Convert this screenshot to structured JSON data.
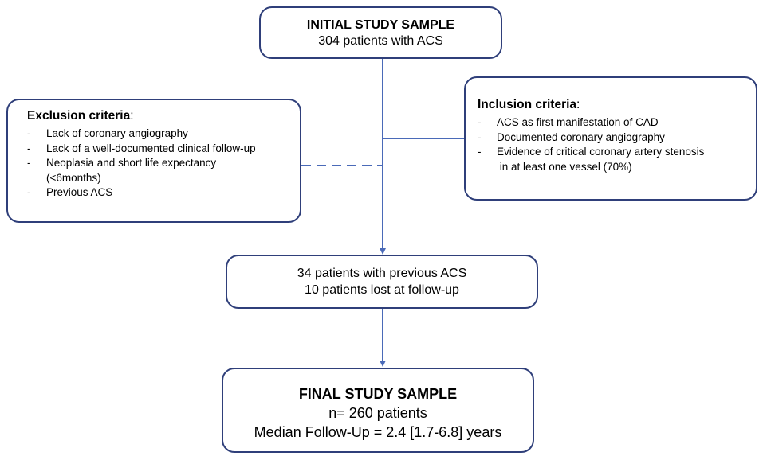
{
  "initial": {
    "title": "INITIAL STUDY SAMPLE",
    "subtitle": "304 patients with ACS"
  },
  "exclusion": {
    "title": "Exclusion criteria",
    "colon": ":",
    "items": [
      "Lack of coronary angiography",
      "Lack of a well-documented clinical follow-up",
      "Neoplasia and short life expectancy",
      "Previous ACS"
    ],
    "item3_continuation": "(<6months)"
  },
  "inclusion": {
    "title": "Inclusion criteria",
    "colon": ":",
    "items": [
      "ACS as first manifestation of CAD",
      "Documented coronary angiography",
      "Evidence of critical coronary artery stenosis"
    ],
    "item3_continuation": " in at least one vessel (70%)"
  },
  "middle": {
    "line1": "34 patients with previous ACS",
    "line2": "10 patients lost at follow-up"
  },
  "final": {
    "title": "FINAL STUDY SAMPLE",
    "line1": "n= 260 patients",
    "line2": "Median Follow-Up = 2.4 [1.7-6.8] years"
  },
  "colors": {
    "box_border": "#2f3f7a",
    "connector": "#4a6ab8"
  }
}
